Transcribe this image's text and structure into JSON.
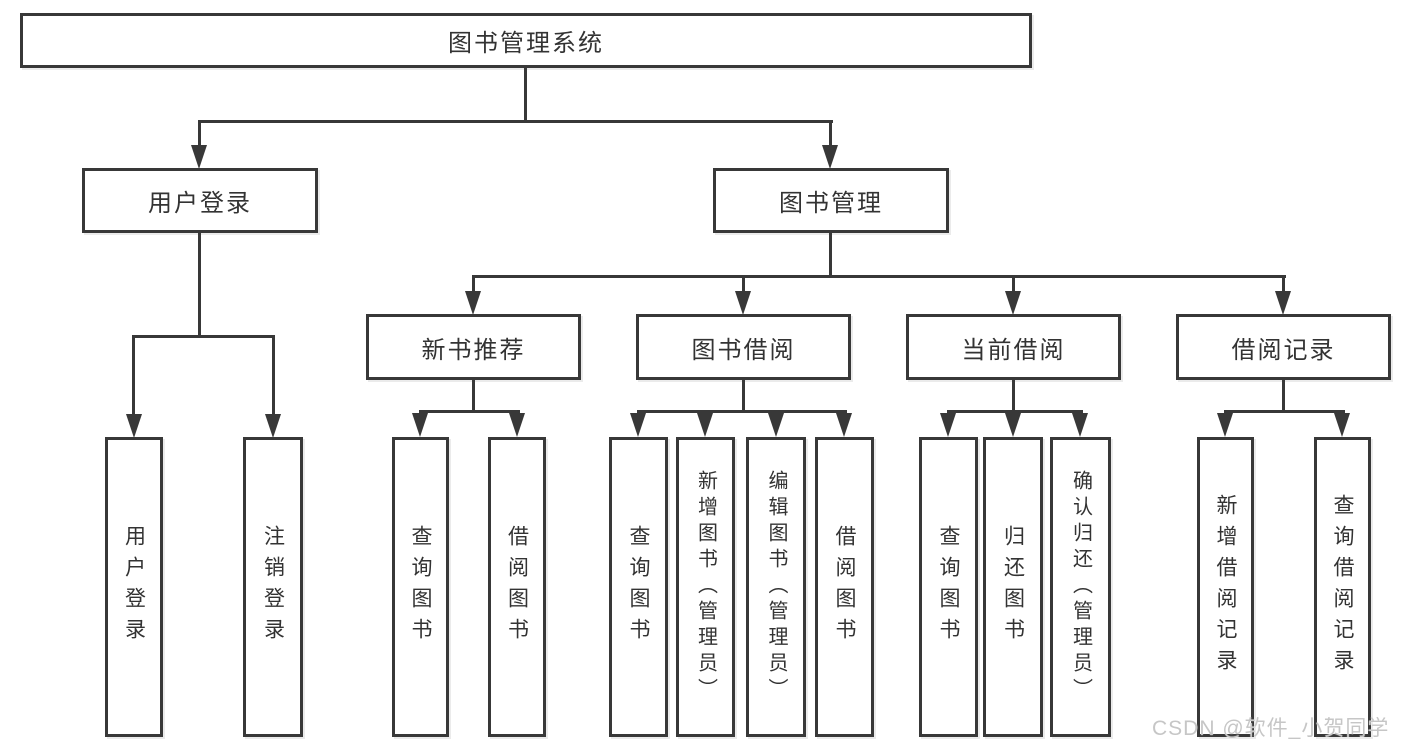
{
  "diagram": {
    "title": "图书管理系统",
    "root": {
      "label": "图书管理系统"
    },
    "level2": [
      {
        "label": "用户登录"
      },
      {
        "label": "图书管理"
      }
    ],
    "level3": [
      {
        "label": "新书推荐"
      },
      {
        "label": "图书借阅"
      },
      {
        "label": "当前借阅"
      },
      {
        "label": "借阅记录"
      }
    ],
    "leaves": {
      "user_login": [
        "用户登录",
        "注销登录"
      ],
      "new_book": [
        "查询图书",
        "借阅图书"
      ],
      "borrow": [
        "查询图书",
        "新增图书（管理员）",
        "编辑图书（管理员）",
        "借阅图书"
      ],
      "current": [
        "查询图书",
        "归还图书",
        "确认归还（管理员）"
      ],
      "records": [
        "新增借阅记录",
        "查询借阅记录"
      ]
    }
  },
  "watermark": "CSDN @软件_小贺同学",
  "colors": {
    "line": "#383838",
    "text": "#333333",
    "watermark": "#c6c6c6",
    "background": "#ffffff"
  }
}
